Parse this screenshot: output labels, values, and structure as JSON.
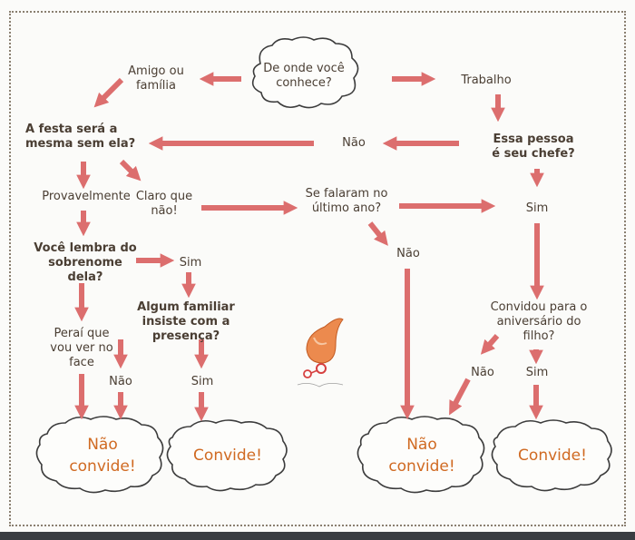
{
  "nodes": {
    "question_start": "De onde você\nconhece?",
    "friend_family": "Amigo ou\nfamília",
    "work": "Trabalho",
    "party_same": "A festa será a\nmesma sem ela?",
    "no_top": "Não",
    "is_boss": "Essa pessoa\né seu chefe?",
    "probably": "Provavelmente",
    "of_course_not": "Claro que\nnão!",
    "talked_last_year": "Se falaram no\núltimo ano?",
    "yes_right": "Sim",
    "remember_surname": "Você lembra do\nsobrenome dela?",
    "yes_surname": "Sim",
    "no_middle": "Não",
    "family_insists": "Algum familiar\ninsiste com a presença?",
    "wait_see": "Peraí que\nvou ver no\nface",
    "no_insist": "Não",
    "yes_insist": "Sim",
    "invited_birthday": "Convidou para o\naniversário do\nfilho?",
    "no_birthday": "Não",
    "yes_birthday": "Sim"
  },
  "outcomes": {
    "dont_invite_left": "Não\nconvide!",
    "invite_left": "Convide!",
    "dont_invite_right": "Não\nconvide!",
    "invite_right": "Convide!"
  },
  "colors": {
    "arrow": "#dc6e6e",
    "outline": "#3c3c3c",
    "outcome_text": "#d06a22",
    "label_text": "#4a3e33",
    "mascot": "#ec8a4e"
  }
}
